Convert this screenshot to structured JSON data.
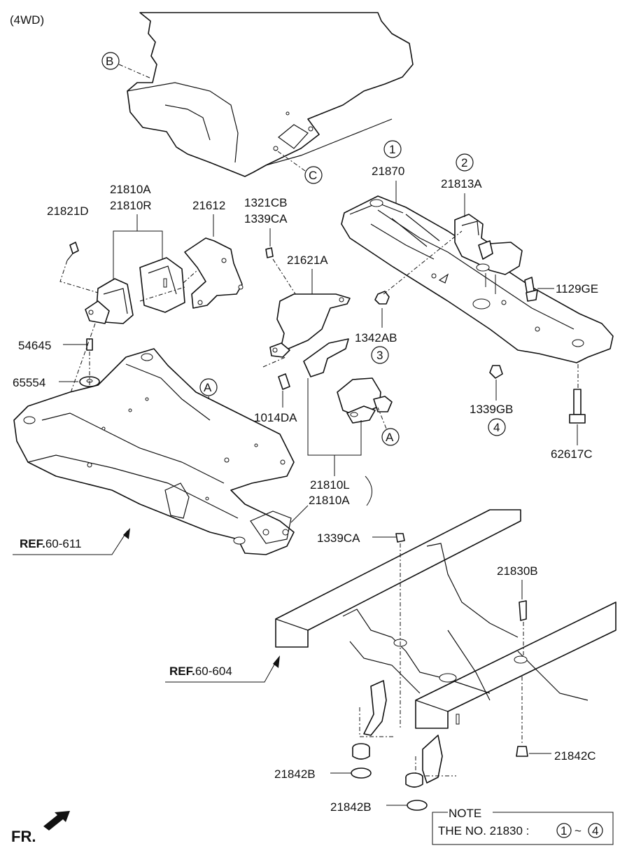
{
  "header": {
    "variant": "(4WD)"
  },
  "callouts": {
    "A": "A",
    "B": "B",
    "C": "C"
  },
  "item_numbers": {
    "one": "1",
    "two": "2",
    "three": "3",
    "four": "4"
  },
  "parts": {
    "p21870": "21870",
    "p21813A": "21813A",
    "p1129GE": "1129GE",
    "p1342AB": "1342AB",
    "p1339GB": "1339GB",
    "p62617C": "62617C",
    "p21810A_top": "21810A",
    "p21810R": "21810R",
    "p21612": "21612",
    "p21821D": "21821D",
    "p1321CB": "1321CB",
    "p1339CA_top": "1339CA",
    "p21621A": "21621A",
    "p54645": "54645",
    "p65554": "65554",
    "p1014DA": "1014DA",
    "p21810L": "21810L",
    "p21810A_bot": "21810A",
    "p1339CA_bot": "1339CA",
    "p21830B": "21830B",
    "p21842C": "21842C",
    "p21842B_a": "21842B",
    "p21842B_b": "21842B"
  },
  "refs": {
    "ref1_bold": "REF.",
    "ref1_num": "60-611",
    "ref2_bold": "REF.",
    "ref2_num": "60-604"
  },
  "note": {
    "title": "NOTE",
    "text": "THE NO. 21830 :",
    "range_start": "1",
    "range_sep": "~",
    "range_end": "4"
  },
  "front_indicator": "FR."
}
